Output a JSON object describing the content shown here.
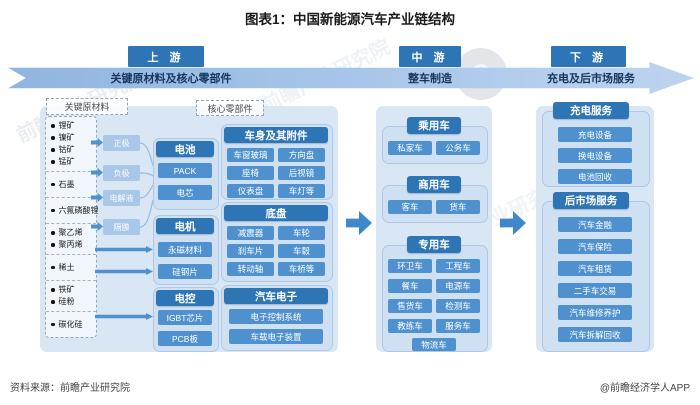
{
  "title": "图表1：中国新能源汽车产业链结构",
  "stages": [
    {
      "label": "上 游",
      "band_label": "关键原材料及核心零部件"
    },
    {
      "label": "中 游",
      "band_label": "整车制造"
    },
    {
      "label": "下 游",
      "band_label": "充电及后市场服务"
    }
  ],
  "upstream": {
    "raw_materials_label": "关键原材料",
    "core_components_label": "核心零部件",
    "material_groups": [
      [
        "锂矿",
        "镍矿",
        "钴矿",
        "锰矿"
      ],
      [
        "石墨"
      ],
      [
        "六氟磷酸锂"
      ],
      [
        "聚乙烯",
        "聚丙烯"
      ],
      [
        "稀土"
      ],
      [
        "铁矿",
        "硅粉"
      ],
      [
        "碳化硅"
      ]
    ],
    "battery_inputs": [
      "正极",
      "负极",
      "电解液",
      "隔膜"
    ],
    "battery": {
      "header": "电池",
      "items": [
        "PACK",
        "电芯"
      ]
    },
    "motor": {
      "header": "电机",
      "items": [
        "永磁材料",
        "硅钢片"
      ]
    },
    "control": {
      "header": "电控",
      "items": [
        "IGBT芯片",
        "PCB板"
      ]
    },
    "body": {
      "header": "车身及其附件",
      "items": [
        "车窗玻璃",
        "方向盘",
        "座椅",
        "后视镜",
        "仪表盘",
        "车灯等"
      ]
    },
    "chassis": {
      "header": "底盘",
      "items": [
        "减震器",
        "车轮",
        "刹车片",
        "车毂",
        "转动轴",
        "车桥等"
      ]
    },
    "auto_electronics": {
      "header": "汽车电子",
      "items": [
        "电子控制系统",
        "车载电子装置"
      ]
    }
  },
  "midstream": {
    "passenger": {
      "header": "乘用车",
      "items": [
        "私家车",
        "公务车"
      ]
    },
    "commercial": {
      "header": "商用车",
      "items": [
        "客车",
        "货车"
      ]
    },
    "special": {
      "header": "专用车",
      "items": [
        "环卫车",
        "工程车",
        "餐车",
        "电源车",
        "售货车",
        "检测车",
        "教练车",
        "服务车",
        "物流车"
      ]
    }
  },
  "downstream": {
    "charging": {
      "header": "充电服务",
      "items": [
        "充电设备",
        "换电设备",
        "电池回收"
      ]
    },
    "aftermarket": {
      "header": "后市场服务",
      "items": [
        "汽车金融",
        "汽车保险",
        "汽车租赁",
        "二手车交易",
        "汽车维修养护",
        "汽车拆解回收"
      ]
    }
  },
  "footer": {
    "source": "资料来源：前瞻产业研究院",
    "credit": "@前瞻经济学人APP"
  },
  "watermark_text": "前瞻产业研究院",
  "colors": {
    "header_blue": "#2e75b6",
    "item_blue": "#4f91ce",
    "input_light_blue": "#a9c7e8",
    "panel_blue": "#d9e6f4",
    "band_text": "#17365d",
    "arrow_blue": "#3e87cb"
  }
}
